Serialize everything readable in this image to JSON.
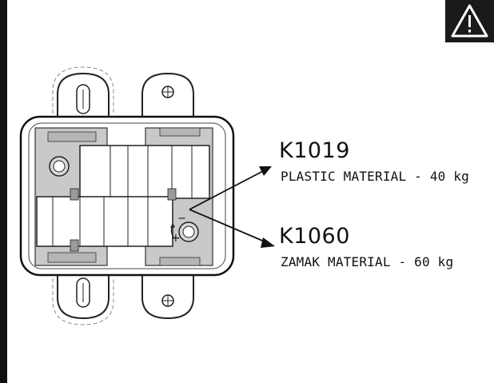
{
  "colors": {
    "frame": "#111111",
    "part_gray": "#c9c9c9",
    "dark_gray": "#9a9a9a"
  },
  "icons": {
    "warning": "warning-triangle-icon"
  },
  "models": [
    {
      "code": "K1019",
      "material": "PLASTIC MATERIAL - 40 kg"
    },
    {
      "code": "K1060",
      "material": "ZAMAK MATERIAL - 60 kg"
    }
  ],
  "adjust_symbols": {
    "minus": "−",
    "plus": "+"
  }
}
